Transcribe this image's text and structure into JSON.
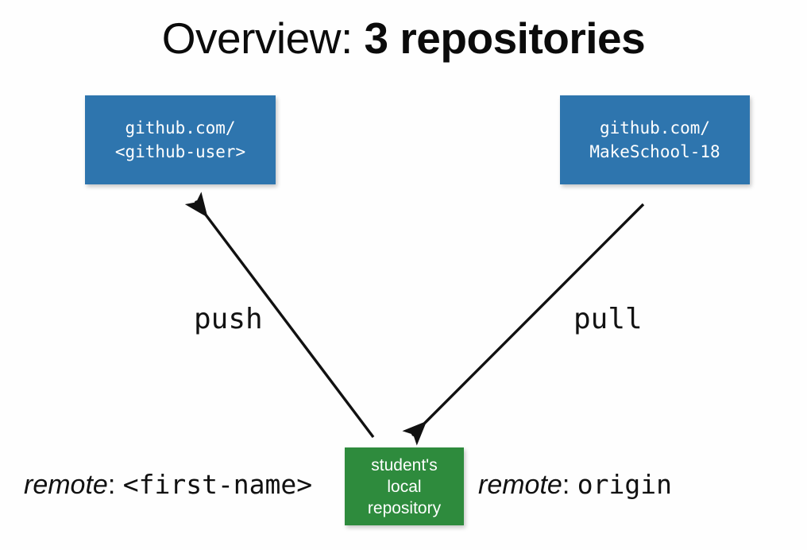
{
  "slide": {
    "title": {
      "light_part": "Overview: ",
      "bold_part": "3 repositories"
    },
    "background_color": "#fefefe"
  },
  "colors": {
    "remote_box_blue": "#2e75ae",
    "local_box_green": "#2e8b3d",
    "box_text": "#ffffff",
    "arrow": "#111111",
    "body_text": "#111111"
  },
  "nodes": {
    "github_user_repo": {
      "line1": "github.com/",
      "line2": "<github-user>",
      "kind": "remote-repository",
      "color": "#2e75ae"
    },
    "makeschool_repo": {
      "line1": "github.com/",
      "line2": "MakeSchool-18",
      "kind": "remote-repository",
      "color": "#2e75ae"
    },
    "local_repo": {
      "line1": "student's",
      "line2": "local",
      "line3": "repository",
      "kind": "local-repository",
      "color": "#2e8b3d"
    }
  },
  "arrows": [
    {
      "label": "push",
      "from": "local_repo",
      "to": "github_user_repo",
      "direction": "up-left"
    },
    {
      "label": "pull",
      "from": "makeschool_repo",
      "to": "local_repo",
      "direction": "down-left"
    }
  ],
  "captions": {
    "left": {
      "key": "remote",
      "separator": ":",
      "value": "<first-name>"
    },
    "right": {
      "key": "remote",
      "separator": ":",
      "value": "origin"
    }
  }
}
